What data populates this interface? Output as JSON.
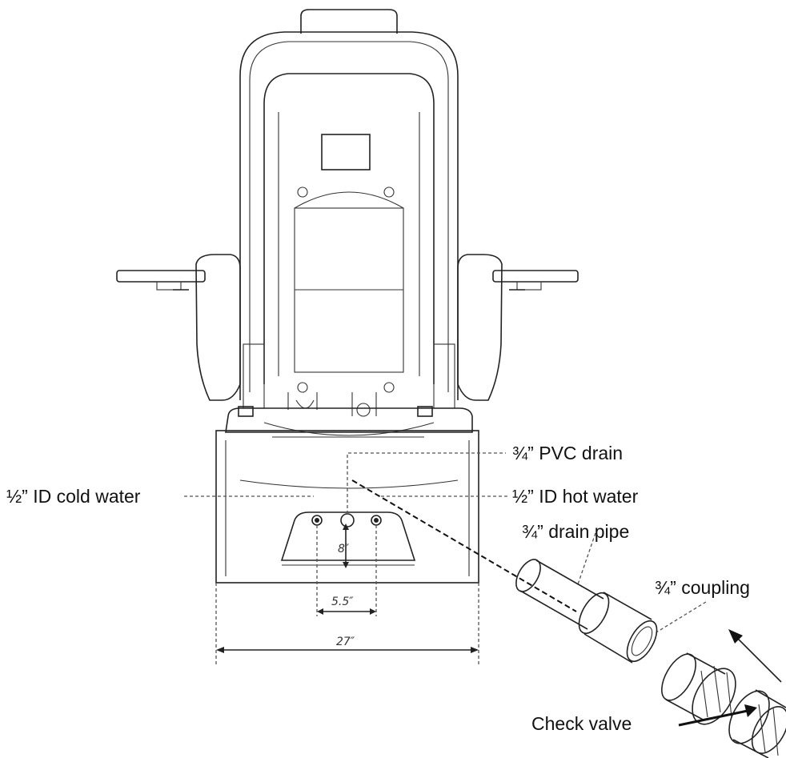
{
  "labels": {
    "pvc_drain": "¾” PVC drain",
    "cold_water": "½” ID cold water",
    "hot_water": "½” ID hot water",
    "drain_pipe": "¾” drain pipe",
    "coupling": "¾” coupling",
    "check_valve": "Check valve"
  },
  "dimensions": {
    "height": "8″",
    "spacing": "5.5″",
    "width": "27″"
  }
}
